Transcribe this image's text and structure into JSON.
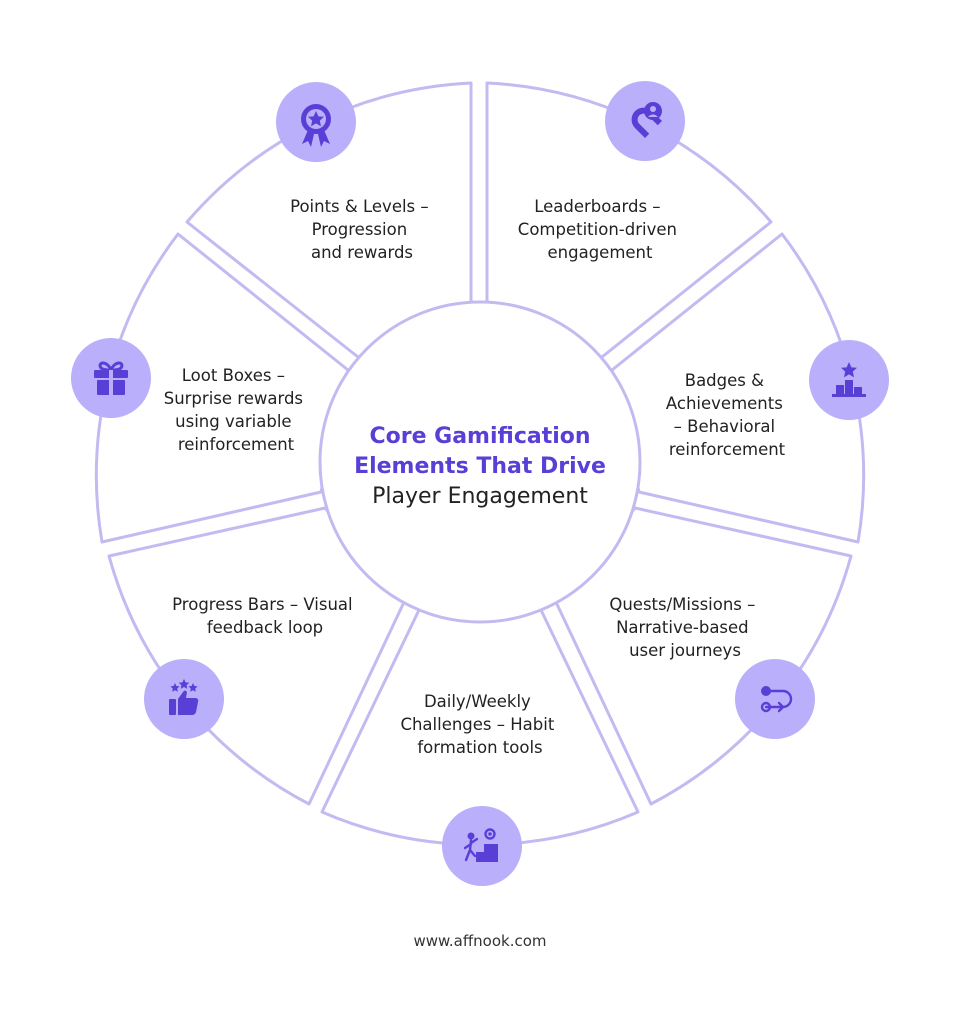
{
  "colors": {
    "accent": "#5a3fd6",
    "icon_badge": "#b9affa",
    "outline": "#c4baf2",
    "text": "#222222"
  },
  "center": {
    "title_line1": "Core Gamification",
    "title_line2": "Elements That Drive",
    "title_line3": "Player Engagement"
  },
  "segments": [
    {
      "id": "points",
      "icon": "award-medal-icon",
      "lines": [
        "Points & Levels –",
        "Progression",
        "and rewards"
      ]
    },
    {
      "id": "leaderboards",
      "icon": "magnet-user-icon",
      "lines": [
        "Leaderboards –",
        "Competition-driven",
        "engagement"
      ]
    },
    {
      "id": "badges",
      "icon": "podium-star-icon",
      "lines": [
        "Badges &",
        "Achievements",
        "– Behavioral",
        "reinforcement"
      ]
    },
    {
      "id": "quests",
      "icon": "route-path-icon",
      "lines": [
        "Quests/Missions –",
        "Narrative-based",
        "user journeys"
      ]
    },
    {
      "id": "challenges",
      "icon": "climb-goal-icon",
      "lines": [
        "Daily/Weekly",
        "Challenges – Habit",
        "formation tools"
      ]
    },
    {
      "id": "progress",
      "icon": "thumbs-up-stars-icon",
      "lines": [
        "Progress Bars – Visual",
        "feedback loop"
      ]
    },
    {
      "id": "loot",
      "icon": "gift-box-icon",
      "lines": [
        "Loot Boxes –",
        "Surprise rewards",
        "using variable",
        "reinforcement"
      ]
    }
  ],
  "footer": {
    "website": "www.affnook.com"
  }
}
